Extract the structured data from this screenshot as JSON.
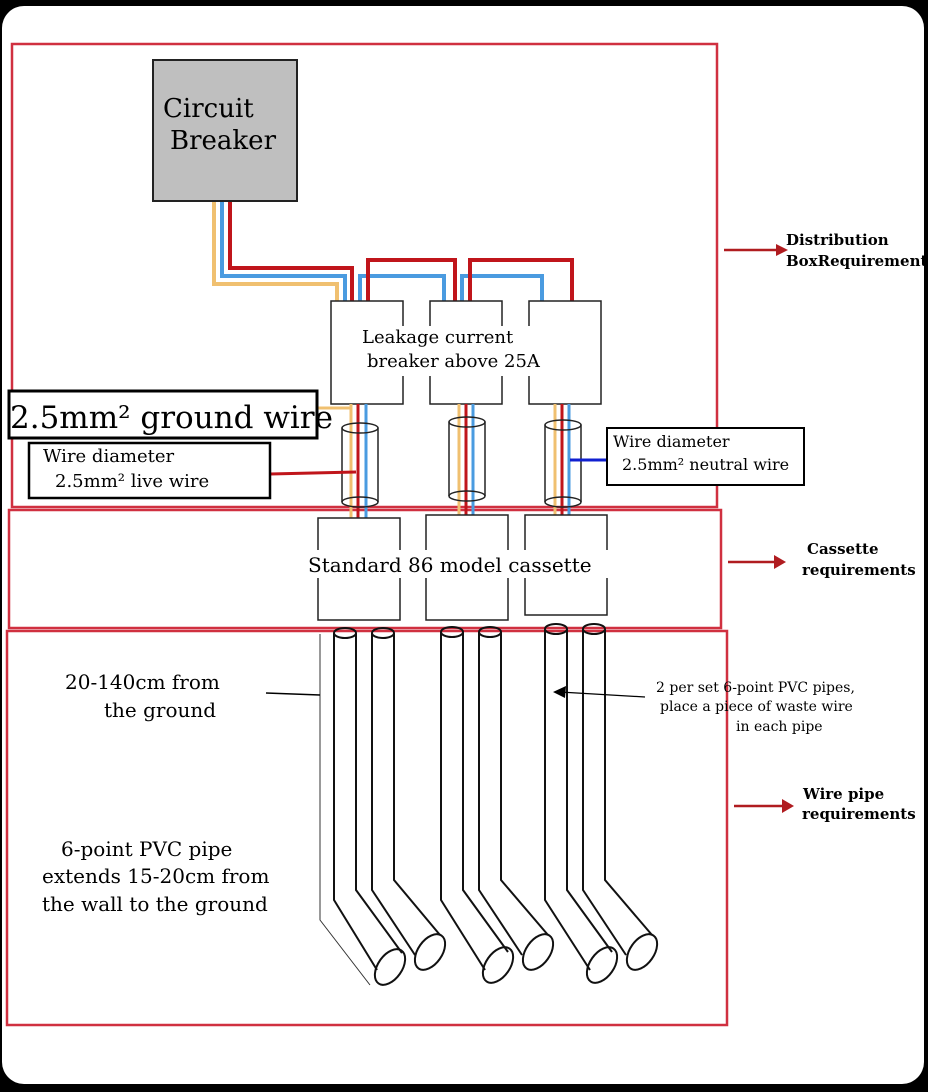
{
  "diagram": {
    "circuit_breaker": {
      "line1": "Circuit",
      "line2": "Breaker"
    },
    "leakage_breaker": {
      "line1": "Leakage current",
      "line2": "breaker above 25A"
    },
    "ground_wire_label": "2.5mm² ground wire",
    "live_wire_label": {
      "line1": "Wire diameter",
      "line2": "2.5mm² live wire"
    },
    "neutral_wire_label": {
      "line1": "Wire diameter",
      "line2": "2.5mm² neutral wire"
    },
    "cassette_label": "Standard 86 model cassette",
    "height_label": {
      "line1": "20-140cm from",
      "line2": "the ground"
    },
    "pvc_pipes_note": {
      "line1": "2 per set 6-point PVC pipes,",
      "line2": "place a piece of waste wire",
      "line3": "in each pipe"
    },
    "pipe_extend_label": {
      "line1": "6-point PVC pipe",
      "line2": "extends 15-20cm from",
      "line3": "the wall to the ground"
    },
    "section_distribution": {
      "line1": "Distribution",
      "line2": "BoxRequirements"
    },
    "section_cassette": {
      "line1": "Cassette",
      "line2": "requirements"
    },
    "section_pipe": {
      "line1": "Wire pipe",
      "line2": "requirements"
    }
  },
  "colors": {
    "frame": "#d03040",
    "live": "#c0151b",
    "neutral": "#4a9be0",
    "ground": "#f0c070",
    "breaker_fill": "#bfbfbf",
    "arrow": "#b01c20"
  }
}
